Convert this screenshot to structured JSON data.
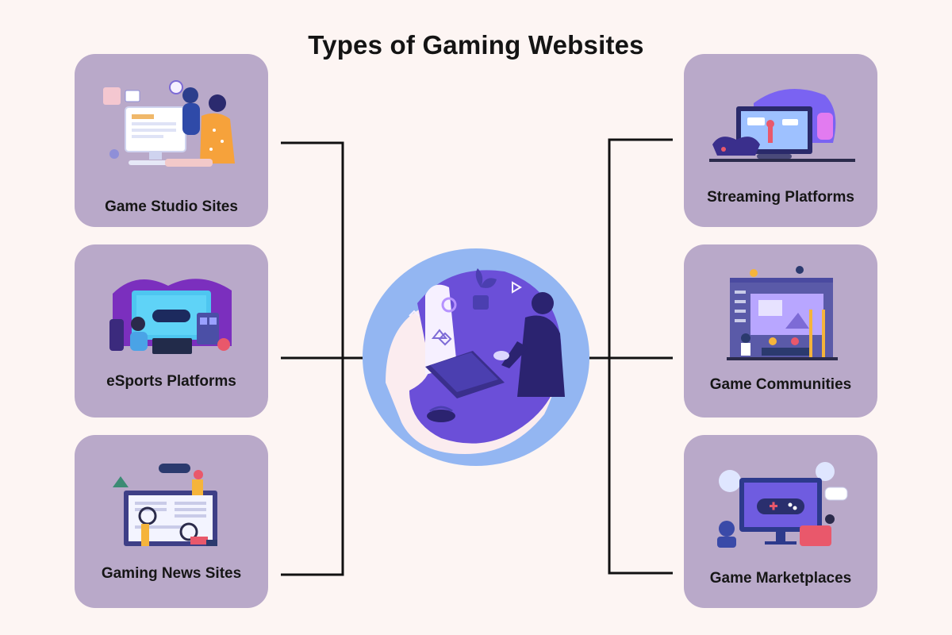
{
  "title": "Types of Gaming Websites",
  "left_cards": [
    {
      "label": "Game Studio Sites",
      "icon": "developers-at-computer-illustration"
    },
    {
      "label": "eSports Platforms",
      "icon": "esports-gamer-illustration"
    },
    {
      "label": "Gaming News Sites",
      "icon": "news-magnifier-illustration"
    }
  ],
  "right_cards": [
    {
      "label": "Streaming Platforms",
      "icon": "streaming-setup-illustration"
    },
    {
      "label": "Game Communities",
      "icon": "community-website-illustration"
    },
    {
      "label": "Game Marketplaces",
      "icon": "game-marketplace-illustration"
    }
  ],
  "center": {
    "icon": "person-on-laptop-illustration"
  },
  "colors": {
    "background": "#fdf5f3",
    "card": "#b9a9c9",
    "connector": "#111111",
    "center_ring": "#93b6f2",
    "accent_purple": "#6b4fd8"
  }
}
